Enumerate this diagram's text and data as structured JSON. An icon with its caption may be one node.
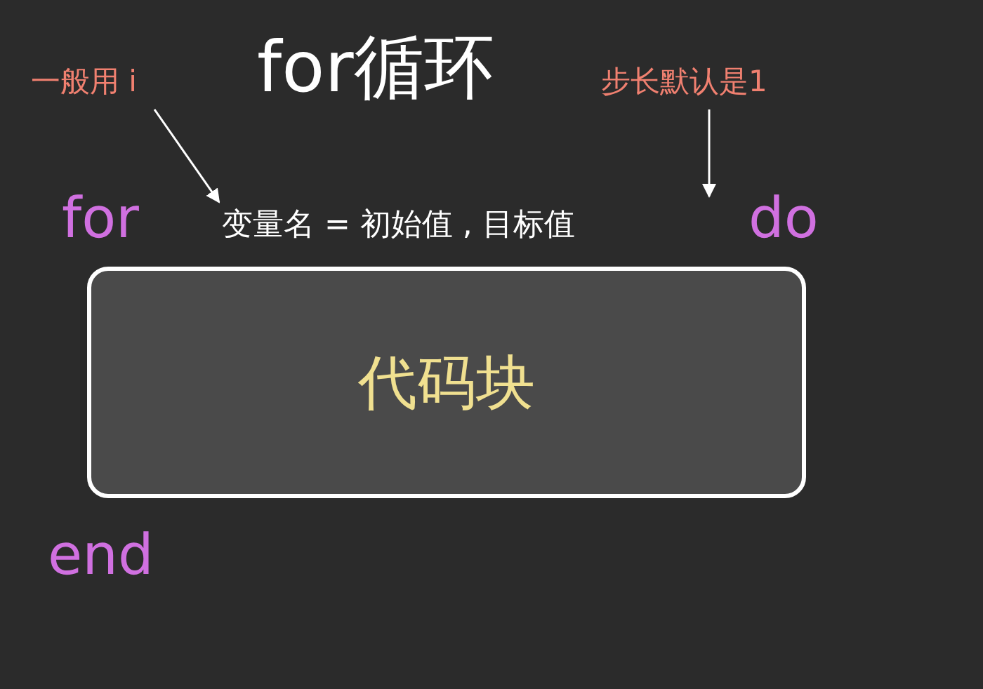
{
  "diagram": {
    "title": "for循环",
    "nodes": [
      {
        "text": [
          "一般用 i"
        ]
      },
      {
        "text": [
          "步长默认是1"
        ]
      },
      {
        "text": [
          "变量名 = 初始值 , 目标值"
        ]
      },
      {
        "text": [
          "代码块"
        ]
      }
    ],
    "edges": [
      {
        "from": 0,
        "to": 2,
        "arrow": "to"
      },
      {
        "from": 1,
        "to": null,
        "arrow": "to"
      }
    ],
    "labels": [
      "for",
      "do",
      "end"
    ]
  }
}
